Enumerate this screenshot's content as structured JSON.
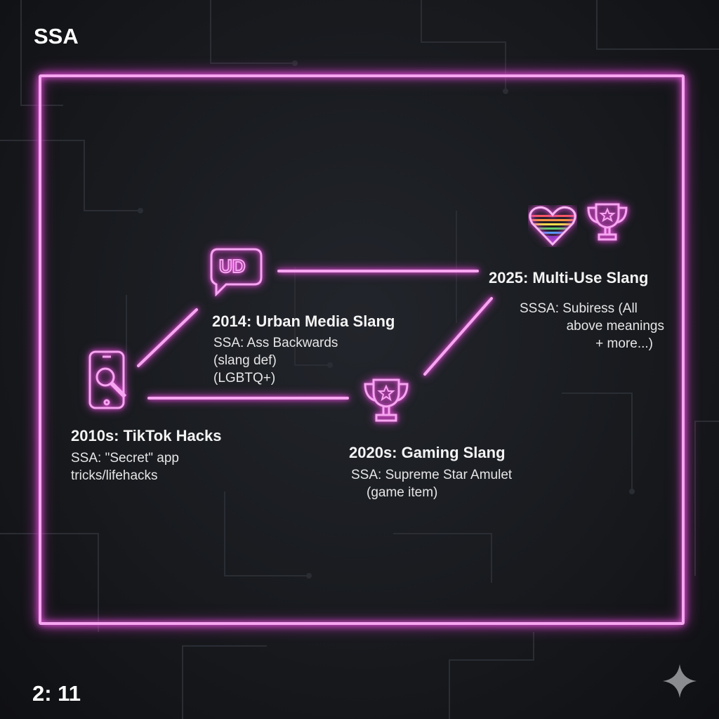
{
  "title": "SSA",
  "counter": "2: 11",
  "accent_color": "#f6a6f0",
  "nodes": [
    {
      "icon": "phone-search-icon",
      "heading": "2010s: TikTok Hacks",
      "lines": [
        "SSA: \"Secret\" app",
        "tricks/lifehacks"
      ]
    },
    {
      "icon": "ud-speech-bubble-icon",
      "icon_text": "UD",
      "heading": "2014: Urban Media Slang",
      "lines": [
        "SSA: Ass Backwards",
        "(slang def)",
        "(LGBTQ+)"
      ]
    },
    {
      "icon": "trophy-icon",
      "heading": "2020s: Gaming Slang",
      "lines": [
        "SSA: Supreme Star Amulet",
        "(game item)"
      ]
    },
    {
      "icon": "rainbow-heart-and-trophy-icons",
      "heading": "2025: Multi-Use Slang",
      "lines": [
        "SSSA: Subiress (All",
        "above meanings",
        "+ more...)"
      ]
    }
  ]
}
